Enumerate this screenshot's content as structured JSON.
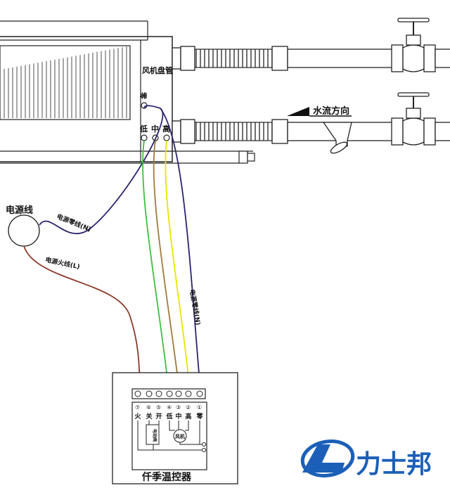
{
  "fan_coil": {
    "label": "风机盘管",
    "terminals": {
      "zero": "零",
      "low": "低",
      "mid": "中",
      "high": "高"
    }
  },
  "water_flow": {
    "label": "水流方向"
  },
  "power": {
    "label": "电源线",
    "neutral_wire_label": "电源零线(N)",
    "live_wire_label": "电源火线(L)",
    "neutral_wire_label_2": "电源零线(N)"
  },
  "controller": {
    "label": "仟季温控器",
    "numbers": [
      "⑦",
      "⑥",
      "⑤",
      "④",
      "③",
      "②",
      "①"
    ],
    "names": [
      "火",
      "关",
      "开",
      "低",
      "中",
      "高",
      "零"
    ],
    "valve_label": "电动阀",
    "fan_label": "风机"
  },
  "logo": {
    "text": "力士邦"
  },
  "colors": {
    "neutral_wire": "#2a2470",
    "live_wire": "#8b3a2a",
    "low_wire": "#3fbf3f",
    "mid_wire": "#a07a3a",
    "high_wire": "#e6e600",
    "logo_blue": "#1b5fb8"
  }
}
